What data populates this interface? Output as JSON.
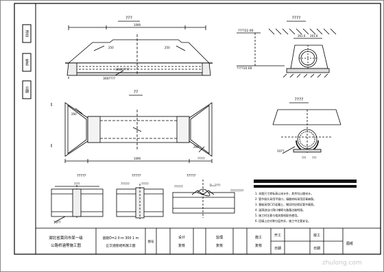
{
  "title_block": {
    "project_name_line1": "湖北省黄冈市某一级",
    "project_name_line2": "公路桥涵等施工图",
    "drawing_name_line1": "圆管D=2.0 m 300 1 m",
    "drawing_name_line2": "正交涵管结构施工图",
    "drawing_no_label": "图号",
    "design_label": "设计",
    "design_review_label": "复核",
    "supervision_label": "监理",
    "supervision_review_label": "复核",
    "construction_label": "施工",
    "construction_review_label": "复核",
    "start_label": "开工",
    "start_date_label": "日期",
    "finish_label": "竣工",
    "finish_date_label": "日期",
    "sheet_label": "图纸"
  },
  "left_strip": {
    "box1": "项目",
    "box2": "签名",
    "box3": "日期"
  },
  "views": {
    "elevation_title": "???",
    "plan_title": "??",
    "cross_section_title": "????",
    "culvert_section_title": "????",
    "detail_a_title": "?????",
    "detail_b_title": "?????",
    "detail_c_title": "?????"
  },
  "annotations": {
    "elevation_top_dim": "1090",
    "elev_label_right": "3000????",
    "elev_label_left": "300????",
    "cross_top_left": "????22.00",
    "cross_top_dim1": "261.6",
    "cross_top_dim2": "261.6",
    "cross_bottom_left": "????10.00",
    "plan_bottom_dim": "1090",
    "plan_label_bottom": "?????",
    "culvert_label": "10??",
    "detail_a_label1": "????",
    "detail_a_label2": "10??",
    "detail_b_label1": "??????",
    "detail_b_label2": "?????",
    "detail_c_label1": "??????",
    "detail_c_label2": "D=2???",
    "detail_c_label3": "?????????"
  },
  "notes": [
    "1. 本图尺寸除标高以米计外，其余均以厘米计。",
    "2. 管节接头采用平接口，填缝材料采用沥青麻絮。",
    "3. 基础采用C15混凝土，铺设时应保证管节顺直。",
    "4. 涵洞进出口洞口铺砌与路基边坡衔接。",
    "5. 施工时注意与相关图纸配合使用。",
    "6. 回填土应对称分层夯实，施工中注意安全。"
  ],
  "watermark": "zhulong.com"
}
